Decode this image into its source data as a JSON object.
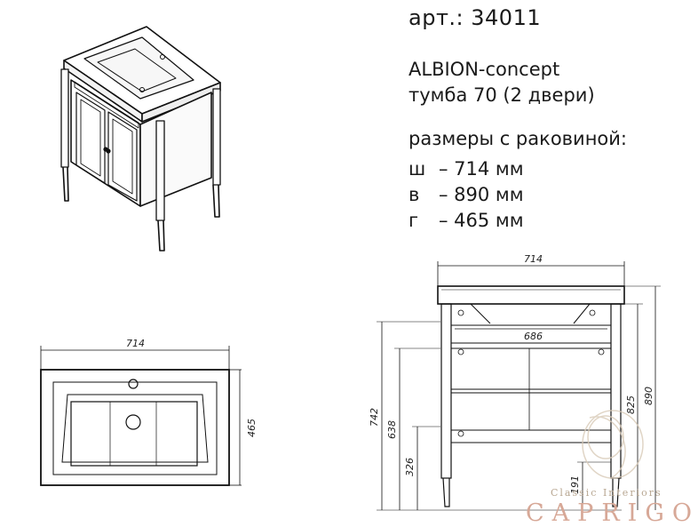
{
  "header": {
    "article": "арт.: 34011",
    "series": "ALBION-concept",
    "model": "тумба 70",
    "doors": "(2 двери)"
  },
  "dimensions": {
    "title": "размеры с раковиной:",
    "rows": [
      {
        "key": "ш",
        "value": "– 714 мм"
      },
      {
        "key": "в",
        "value": "– 890 мм"
      },
      {
        "key": "г",
        "value": "– 465 мм"
      }
    ]
  },
  "drawing": {
    "top_width": "714",
    "top_depth": "465",
    "front_width": "714",
    "inner_width": "686",
    "h742": "742",
    "h638": "638",
    "h326": "326",
    "h191": "191",
    "h825": "825",
    "h890": "890"
  },
  "brand": {
    "line1": "Classic Interiors",
    "line2": "CAPRIGO"
  }
}
